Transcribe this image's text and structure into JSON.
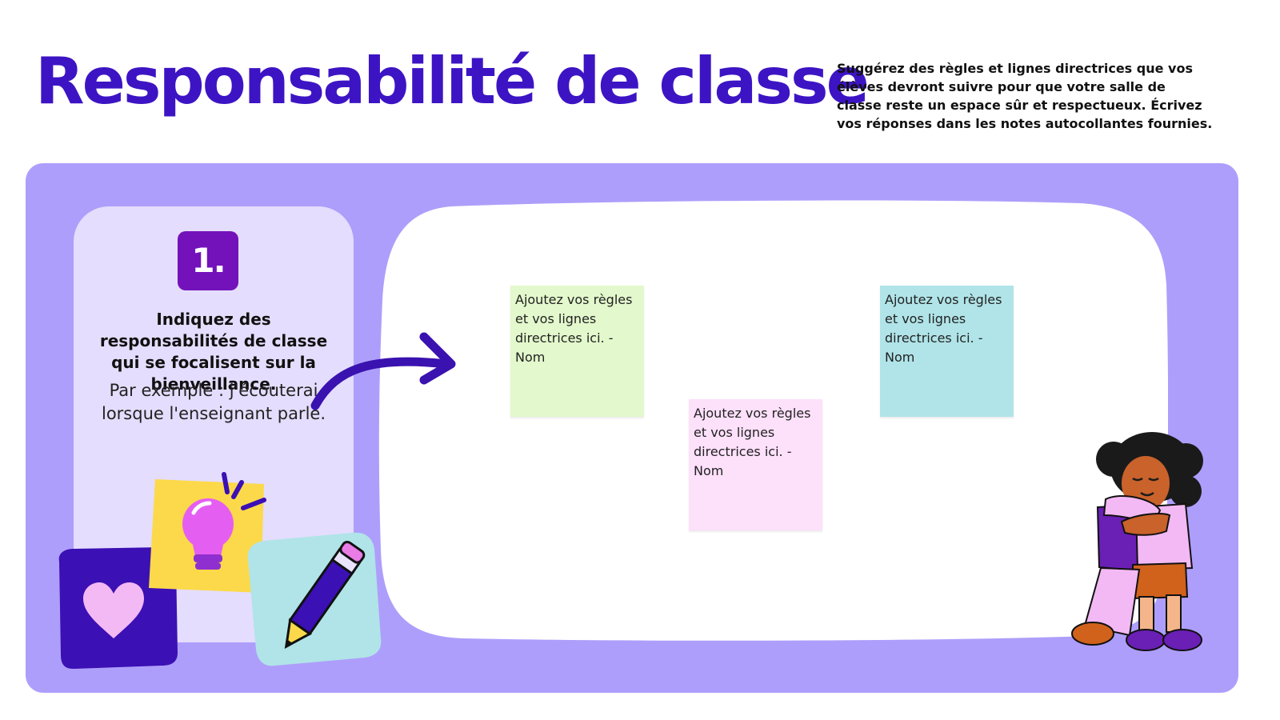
{
  "header": {
    "title": "Responsabilité de classe",
    "intro": "Suggérez des règles et lignes directrices que vos élèves devront suivre pour que votre salle de classe reste un espace sûr et respectueux. Écrivez vos réponses dans les notes autocollantes fournies."
  },
  "step": {
    "number": "1.",
    "prompt": "Indiquez des responsabilités de classe qui se focalisent sur la bienveillance.",
    "example": "Par exemple : j'écouterai lorsque l'enseignant parle."
  },
  "notes": [
    {
      "text": "Ajoutez vos règles et vos lignes directrices ici. - Nom",
      "color": "#e3f8cc"
    },
    {
      "text": "Ajoutez vos règles et vos lignes directrices ici. - Nom",
      "color": "#fde0fa"
    },
    {
      "text": "Ajoutez vos règles et vos lignes directrices ici. - Nom",
      "color": "#b0e4e8"
    }
  ],
  "colors": {
    "brand": "#3d14c4",
    "panel": "#ae9efb",
    "side_panel": "#e4ddfd",
    "badge": "#7312bb"
  },
  "icons": [
    "arrow-icon",
    "heart-icon",
    "lightbulb-icon",
    "pencil-icon",
    "hugging-child-illustration"
  ]
}
